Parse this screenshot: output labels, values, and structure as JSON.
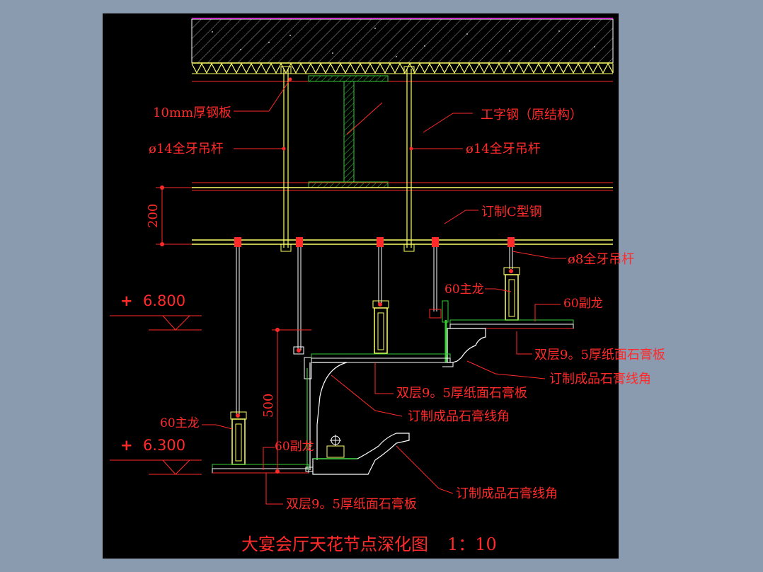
{
  "drawing": {
    "title": "大宴会厅天花节点深化图",
    "scale": "1：10",
    "labels": {
      "steel_plate": "10mm厚钢板",
      "i_beam": "工字钢（原结构）",
      "rod14_left": "ø14全牙吊杆",
      "rod14_right": "ø14全牙吊杆",
      "c_steel": "订制C型钢",
      "rod8": "ø8全牙吊杆",
      "main_keel_upper": "60主龙",
      "sub_keel_upper": "60副龙",
      "gypsum_upper_right": "双层9。5厚纸面石膏板",
      "molding_upper_right": "订制成品石膏线角",
      "gypsum_mid": "双层9。5厚纸面石膏板",
      "molding_mid": "订制成品石膏线角",
      "main_keel_lower": "60主龙",
      "sub_keel_lower": "60副龙",
      "gypsum_lower": "双层9。5厚纸面石膏板",
      "molding_lower": "订制成品石膏线角"
    },
    "dimensions": {
      "d200": "200",
      "d500": "500"
    },
    "elevations": {
      "upper": "6.800",
      "lower": "6.300"
    },
    "colors": {
      "background": "#000000",
      "annotation": "#ff2a2a",
      "structure": "#ffff66",
      "gypsum": "#33cc33",
      "outline": "#ffffff",
      "concrete_top": "#cc33cc"
    }
  }
}
